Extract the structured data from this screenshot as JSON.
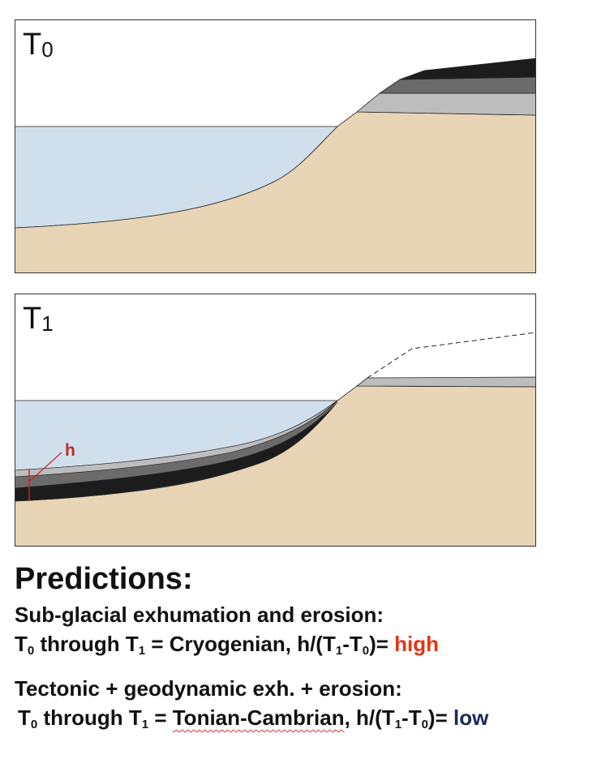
{
  "panels": [
    {
      "label_main": "T",
      "label_sub": "0"
    },
    {
      "label_main": "T",
      "label_sub": "1",
      "h_label": "h"
    }
  ],
  "colors": {
    "water": "#cfe0ec",
    "bedrock": "#e8d5b6",
    "layer_light": "#bdbdbd",
    "layer_mid": "#6b6b6b",
    "layer_dark": "#1c1c1c",
    "h_marker": "#c62828",
    "high": "#e53412",
    "low": "#1b2a5c"
  },
  "text": {
    "heading": "Predictions:",
    "hyp1_title": "Sub-glacial exhumation and erosion:",
    "hyp1": {
      "t0": "T",
      "t0_sub": "0",
      "mid": " through T",
      "t1_sub": "1",
      "eq": " = Cryogenian, h/(T",
      "eq_t1_sub": "1",
      "dash": "-T",
      "eq_t0_sub": "0",
      "close": ")= ",
      "rate": "high"
    },
    "hyp2_title": "Tectonic + geodynamic exh. + erosion:",
    "hyp2": {
      "t0": "T",
      "t0_sub": "0",
      "mid": " through T",
      "t1_sub": "1",
      "eq_pre": " = ",
      "period": "Tonian-Cambrian",
      "eq_post": ", h/(T",
      "eq_t1_sub": "1",
      "dash": "-T",
      "eq_t0_sub": "0",
      "close": ")= ",
      "rate": "low"
    }
  }
}
